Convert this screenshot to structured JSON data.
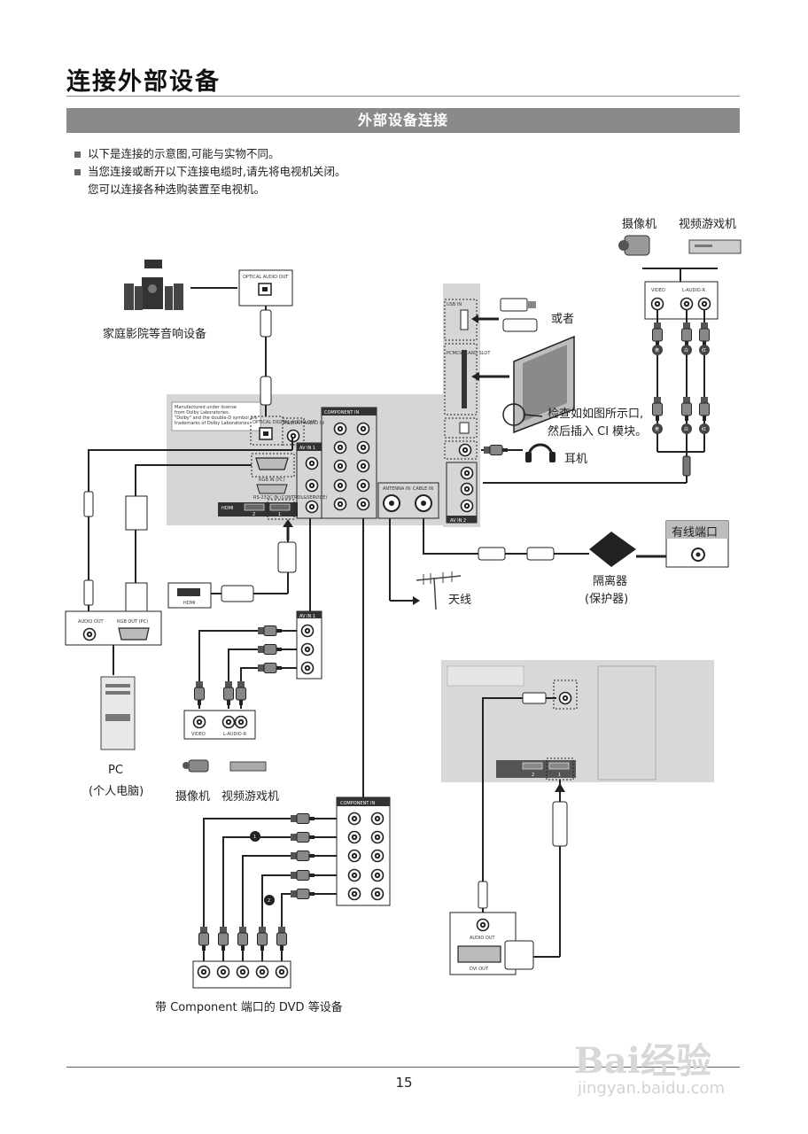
{
  "page": {
    "title": "连接外部设备",
    "section_title": "外部设备连接",
    "notes": [
      "以下是连接的示意图,可能与实物不同。",
      "当您连接或断开以下连接电缆时,请先将电视机关闭。",
      "您可以连接各种选购装置至电视机。"
    ],
    "page_number": "15"
  },
  "labels": {
    "home_theater": "家庭影院等音响设备",
    "camcorder": "摄像机",
    "game_console": "视频游戏机",
    "or": "或者",
    "ci_check_line1": "检查如如图所示口,",
    "ci_check_line2": "然后插入 CI 模块。",
    "headphones": "耳机",
    "cable_port": "有线端口",
    "splitter_line1": "隔离器",
    "splitter_line2": "(保护器)",
    "antenna": "天线",
    "pc_line1": "PC",
    "pc_line2": "(个人电脑)",
    "dvd_caption": "带 Component 端口的 DVD 等设备"
  },
  "panel_text": {
    "dolby_notice": [
      "Manufactured under license",
      "from Dolby Laboratories.",
      "\"Dolby\" and the double-D symbol are",
      "trademarks of Dolby Laboratories."
    ],
    "optical_out": "OPTICAL AUDIO OUT",
    "optical_digital": "OPTICAL DIGITAL AUDIO OUT",
    "rgb_dvi_audio": "RGB/DVI AUDIO IN",
    "rgb_in_pc": "RGB IN (PC)",
    "rs232": "RS-232C IN (CONTROL&SERVICE)",
    "hdmi": "HDMI",
    "hdmi_port_1": "1",
    "hdmi_port_2": "2",
    "component_in": "COMPONENT IN",
    "av_in_1": "AV IN 1",
    "av_in_2": "AV IN 2",
    "video": "VIDEO",
    "audio": "AUDIO",
    "l_audio_r": "L-AUDIO-R",
    "antenna_in": "ANTENNA IN",
    "cable_in": "CABLE IN",
    "audio_out": "AUDIO OUT",
    "rgb_out_pc": "RGB OUT (PC)",
    "dvi_out": "DVI OUT",
    "pcmcia": "PCMCIA CARD SLOT",
    "usb_in": "USB IN",
    "y": "Y",
    "pb": "PB",
    "pr": "PR",
    "l": "L",
    "r": "R",
    "step_1": "1",
    "step_2": "2",
    "plug_yellow": "黄",
    "plug_white": "白",
    "plug_red": "红"
  },
  "watermark": {
    "main": "Bai经验",
    "sub": "jingyan.baidu.com"
  }
}
